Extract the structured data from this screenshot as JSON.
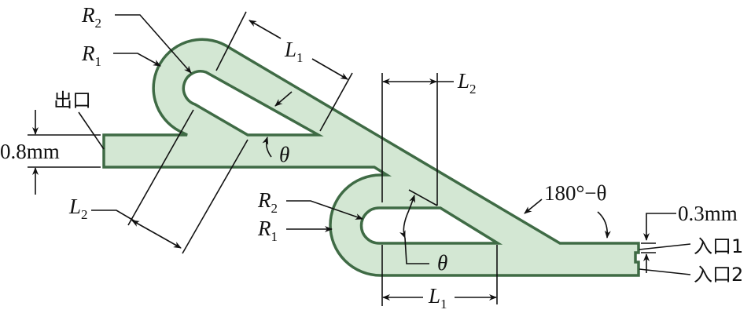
{
  "labels": {
    "r_symbol": "R",
    "r2_sub": "2",
    "r1_sub": "1",
    "l_symbol": "L",
    "l1_sub": "1",
    "l2_sub": "2",
    "theta": "θ",
    "outlet": "出口",
    "outlet_width": "0.8mm",
    "angle_supplement": "180°−θ",
    "inlet_width": "0.3mm",
    "inlet1": "入口1",
    "inlet2": "入口2"
  },
  "colors": {
    "channel_fill": "#d3e7d3",
    "channel_stroke": "#3f6b45"
  }
}
